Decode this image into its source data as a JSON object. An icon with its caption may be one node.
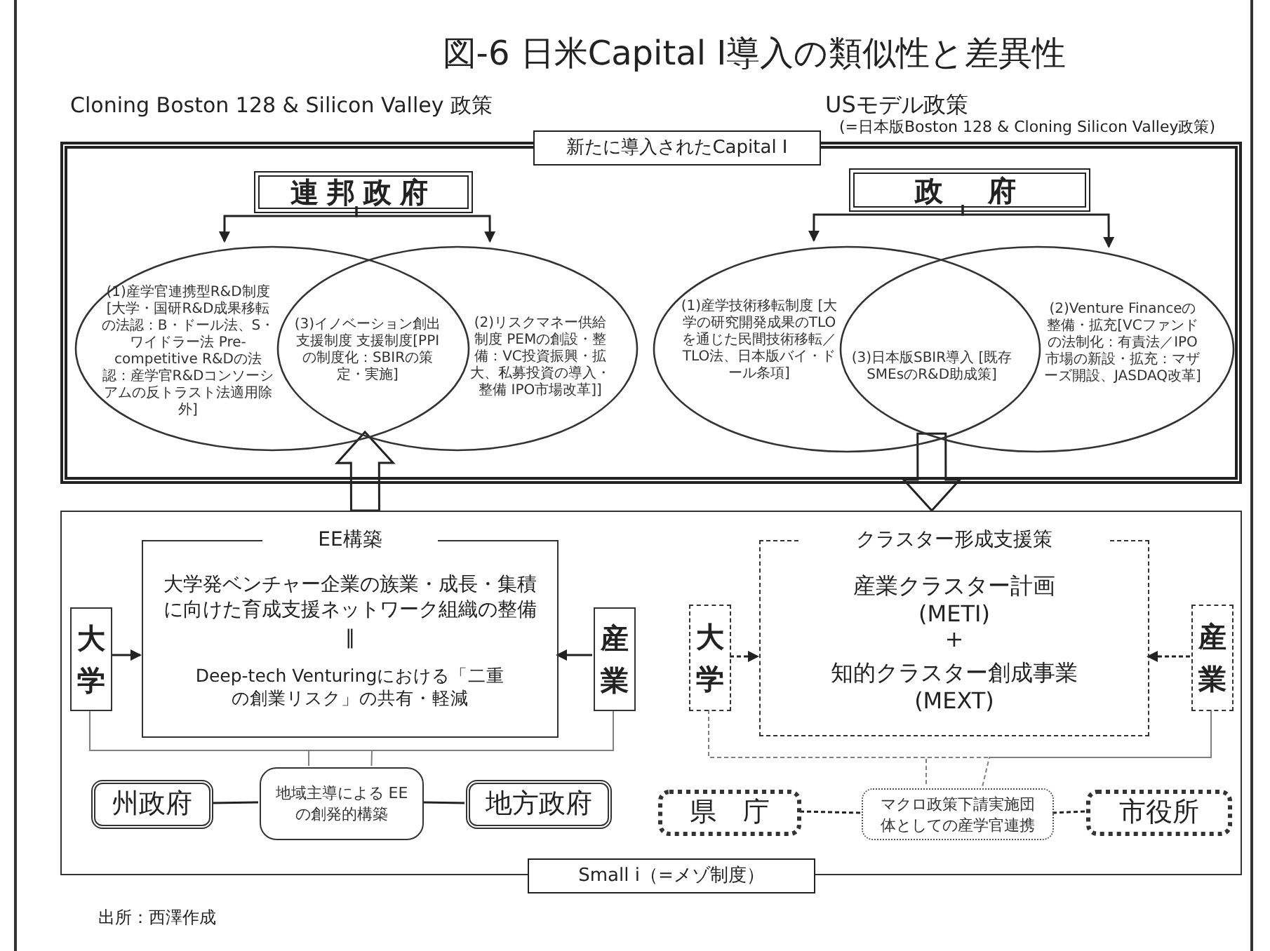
{
  "diagram": {
    "title": "図-6 日米Capital I導入の類似性と差異性",
    "caption": "出所：西澤作成",
    "nodes": [
      {
        "text": [
          "新たに導入されたCapital I"
        ]
      },
      {
        "text": [
          "連邦政府"
        ],
        "in": 0
      },
      {
        "text": [
          "(1)産学官連携型R&D制度 [大学・国研R&D成果移転の法認：B・ドール法、S・ワイドラー法 Pre-competitive R&Dの法認：産学官R&Dコンソーシアムの反トラスト法適用除外]"
        ],
        "in": 0
      },
      {
        "text": [
          "(2)リスクマネー供給制度 PEMの創設・整備：VC投資振興・拡大、私募投資の導入・整備 IPO市場改革]]"
        ],
        "in": 0
      },
      {
        "text": [
          "政　府"
        ],
        "in": 0
      },
      {
        "text": [
          "(1)産学技術移転制度 [大学の研究開発成果のTLOを通じた民間技術移転／TLO法、日本版バイ・ドール条項]"
        ],
        "in": 0
      },
      {
        "text": [
          "(2)Venture Financeの整備・拡充[VCファンドの法制化：有責法／IPO市場の新設・拡充：マザーズ開設、JASDAQ改革]"
        ],
        "in": 0
      },
      {
        "text": [
          "Small i（=メゾ制度）"
        ]
      },
      {
        "text": [
          "EE構築",
          "大学発ベンチャー企業の族業・成長・集積に向けた育成支援ネットワーク組織の整備",
          "‖",
          "Deep-tech Venturingにおける「二重の創業リスク」の共有・軽減"
        ],
        "in": 7
      },
      {
        "text": [
          "大学"
        ],
        "in": 7
      },
      {
        "text": [
          "産業"
        ],
        "in": 7
      },
      {
        "text": [
          "州政府"
        ],
        "in": 7
      },
      {
        "text": [
          "地域主導による EEの創発的構築"
        ],
        "in": 7
      },
      {
        "text": [
          "地方政府"
        ],
        "in": 7
      },
      {
        "text": [
          "クラスター形成支援策",
          "産業クラスター計画 (METI)",
          "+",
          "知的クラスター創成事業 (MEXT)"
        ],
        "in": 7
      },
      {
        "text": [
          "大学"
        ],
        "in": 7
      },
      {
        "text": [
          "産業"
        ],
        "in": 7
      },
      {
        "text": [
          "県　庁"
        ],
        "in": 7
      },
      {
        "text": [
          "マクロ政策下請実施団体としての産学官連携"
        ],
        "in": 7
      },
      {
        "text": [
          "市役所"
        ],
        "in": 7
      }
    ],
    "edges": [
      {
        "from": 1,
        "to": 2,
        "arrow": "to"
      },
      {
        "from": 1,
        "to": 3,
        "arrow": "to"
      },
      {
        "from": 4,
        "to": 5,
        "arrow": "to"
      },
      {
        "from": 4,
        "to": 6,
        "arrow": "to"
      },
      {
        "from": 7,
        "to": 2,
        "arrow": "to",
        "style": "thick"
      },
      {
        "from": 5,
        "to": 7,
        "arrow": "to",
        "style": "thick"
      },
      {
        "from": 9,
        "to": 8,
        "arrow": "to"
      },
      {
        "from": 10,
        "to": 8,
        "arrow": "to"
      },
      {
        "from": 9,
        "to": 10,
        "arrow": "none",
        "color": "#808080"
      },
      {
        "from": 9,
        "to": 12,
        "arrow": "none",
        "color": "#808080"
      },
      {
        "from": 10,
        "to": 12,
        "arrow": "none",
        "color": "#808080"
      },
      {
        "from": 11,
        "to": 12,
        "arrow": "none"
      },
      {
        "from": 13,
        "to": 12,
        "arrow": "none"
      },
      {
        "from": 15,
        "to": 14,
        "arrow": "to",
        "style": "dashed"
      },
      {
        "from": 16,
        "to": 14,
        "arrow": "to",
        "style": "dashed"
      },
      {
        "from": 15,
        "to": 16,
        "arrow": "none",
        "style": "dashed",
        "color": "#808080"
      },
      {
        "from": 15,
        "to": 18,
        "arrow": "none",
        "style": "dashed",
        "color": "#808080"
      },
      {
        "from": 16,
        "to": 18,
        "arrow": "none",
        "style": "dashed",
        "color": "#808080"
      },
      {
        "from": 17,
        "to": 18,
        "arrow": "none",
        "style": "dashed"
      },
      {
        "from": 19,
        "to": 18,
        "arrow": "none",
        "style": "dashed"
      }
    ],
    "labels": [
      "Cloning Boston 128 & Silicon Valley 政策",
      "USモデル政策",
      "(=日本版Boston 128 & Cloning Silicon Valley政策)",
      "(3)イノベーション創出支援制度 支援制度[PPIの制度化：SBIRの策定・実施]",
      "(3)日本版SBIR導入 [既存SMEsのR&D助成策]"
    ]
  }
}
